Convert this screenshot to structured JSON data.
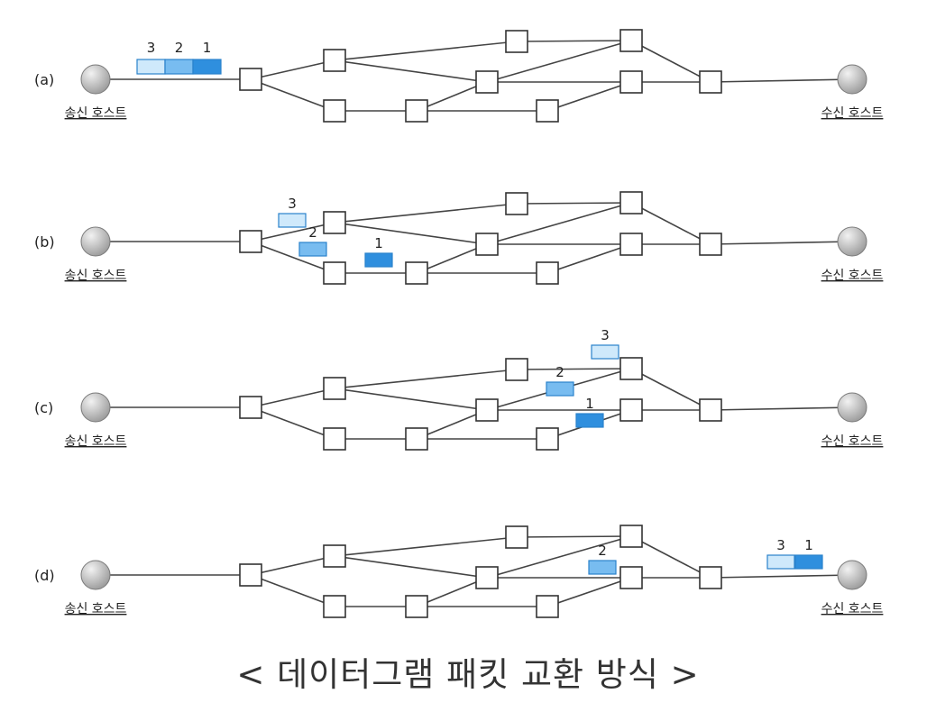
{
  "caption": "< 데이터그램 패킷 교환 방식 >",
  "colors": {
    "line": "#444444",
    "router_fill": "#ffffff",
    "router_stroke": "#333333",
    "host_light": "#f2f2f2",
    "host_dark": "#9a9a9a",
    "packet_1": "#2f8fde",
    "packet_2": "#78bcf0",
    "packet_3": "#cfe9fb",
    "packet_stroke": "#2a82cc",
    "text": "#222222"
  },
  "panels": [
    {
      "id": "a",
      "label": "(a)",
      "sender": "송신 호스트",
      "receiver": "수신 호스트",
      "packets": [
        {
          "text": "3"
        },
        {
          "text": "2"
        },
        {
          "text": "1"
        }
      ]
    },
    {
      "id": "b",
      "label": "(b)",
      "sender": "송신 호스트",
      "receiver": "수신 호스트",
      "packets": [
        {
          "text": "3"
        },
        {
          "text": "2"
        },
        {
          "text": "1"
        }
      ]
    },
    {
      "id": "c",
      "label": "(c)",
      "sender": "송신 호스트",
      "receiver": "수신 호스트",
      "packets": [
        {
          "text": "3"
        },
        {
          "text": "2"
        },
        {
          "text": "1"
        }
      ]
    },
    {
      "id": "d",
      "label": "(d)",
      "sender": "송신 호스트",
      "receiver": "수신 호스트",
      "packets": [
        {
          "text": "2"
        },
        {
          "text": "3"
        },
        {
          "text": "1"
        }
      ]
    }
  ]
}
